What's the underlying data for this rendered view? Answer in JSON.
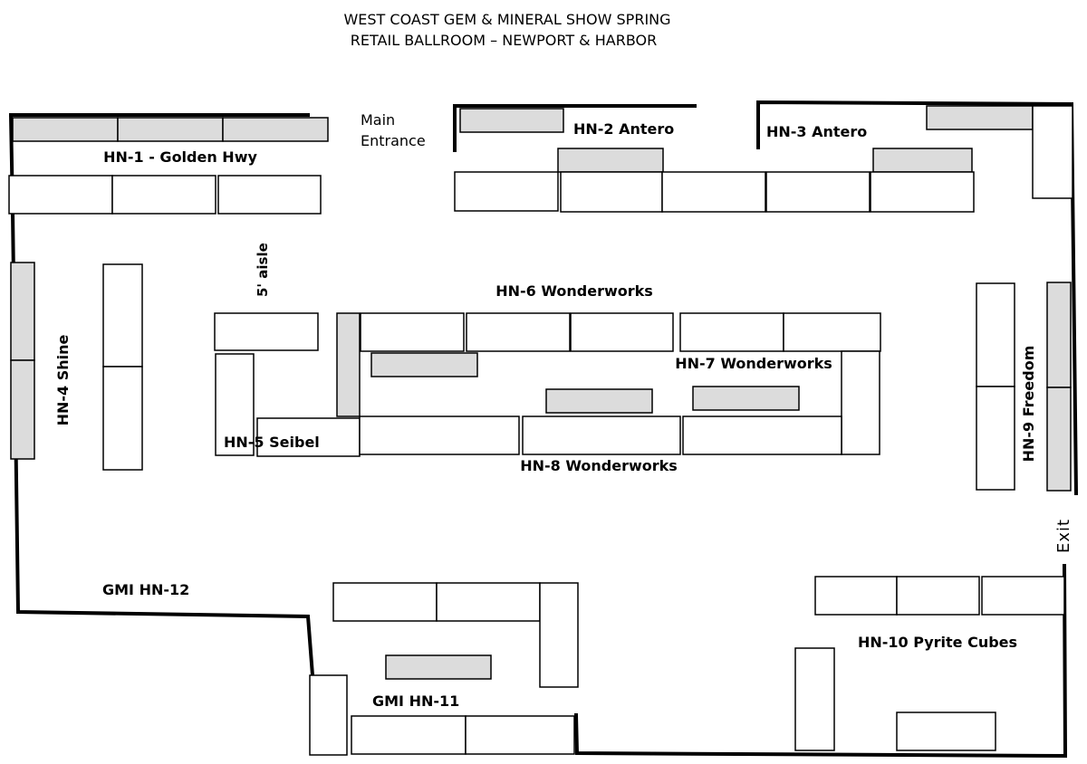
{
  "title": {
    "line1": "WEST COAST GEM & MINERAL SHOW SPRING",
    "line2": "RETAIL BALLROOM  –  NEWPORT & HARBOR"
  },
  "entrance": {
    "line1": "Main",
    "line2": "Entrance"
  },
  "aisle_label": "5' aisle",
  "exit_label": "Exit",
  "booths": {
    "hn1": "HN-1  - Golden Hwy",
    "hn2": "HN-2  Antero",
    "hn3": "HN-3  Antero",
    "hn4": "HN-4  Shine",
    "hn5": "HN-5   Seibel",
    "hn6": "HN-6 Wonderworks",
    "hn7": "HN-7 Wonderworks",
    "hn8": "HN-8 Wonderworks",
    "hn9": "HN-9 Freedom",
    "hn10": "HN-10  Pyrite Cubes",
    "hn11": "GMI HN-11",
    "hn12": "GMI HN-12"
  },
  "colors": {
    "display_case": "#dcdcdc",
    "table": "#ffffff",
    "wall": "#000000"
  }
}
